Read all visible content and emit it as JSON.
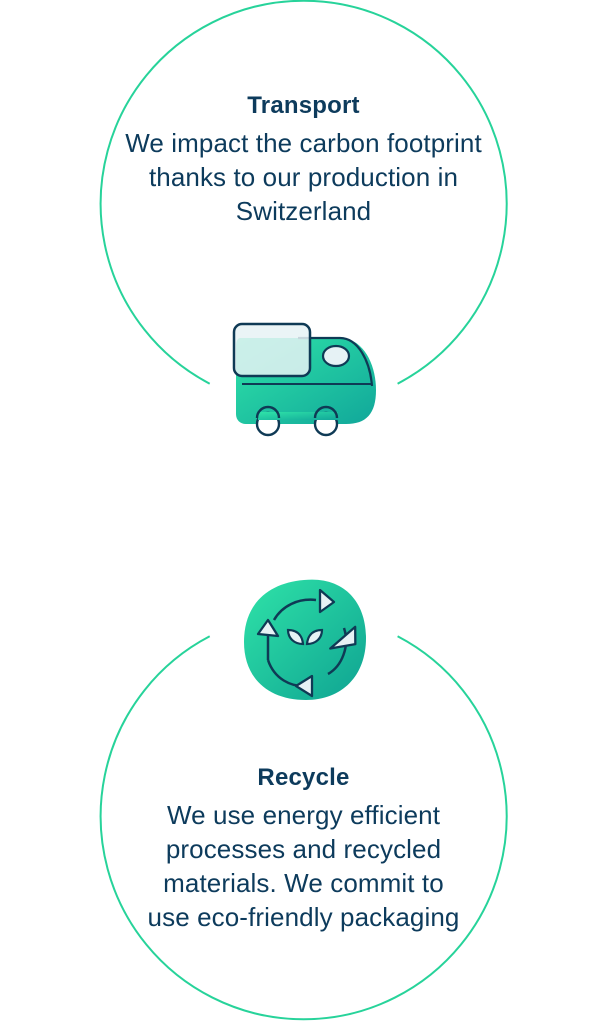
{
  "sections": [
    {
      "id": "transport",
      "title": "Transport",
      "description": "We impact the carbon footprint thanks to our production in Switzerland",
      "icon": "truck-icon"
    },
    {
      "id": "recycle",
      "title": "Recycle",
      "description": "We use energy efficient processes and recycled materials. We commit to use eco-friendly packaging",
      "icon": "recycle-icon"
    }
  ],
  "colors": {
    "ring": "#27d39a",
    "text": "#0d3b5c",
    "icon_gradient_start": "#2fe3a8",
    "icon_gradient_end": "#11a79a",
    "icon_outline": "#0f3a55",
    "icon_fill_light": "#e6f2f5"
  }
}
